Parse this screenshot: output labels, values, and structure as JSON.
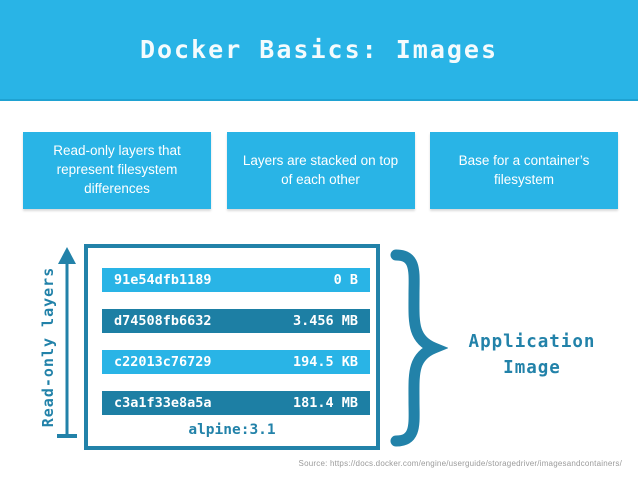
{
  "colors": {
    "light_teal": "#29b4e6",
    "dark_teal": "#1d7fa4",
    "line_teal": "#2282a9",
    "source_gray": "#9b9b9b"
  },
  "header": {
    "title": "Docker Basics: Images"
  },
  "info_boxes": [
    {
      "text": "Read-only layers that represent filesystem differences"
    },
    {
      "text": "Layers are stacked on top of each other"
    },
    {
      "text": "Base for a container’s filesystem"
    }
  ],
  "diagram": {
    "axis_label": "Read-only layers",
    "layers": [
      {
        "id": "91e54dfb1189",
        "size": "0 B"
      },
      {
        "id": "d74508fb6632",
        "size": "3.456 MB"
      },
      {
        "id": "c22013c76729",
        "size": "194.5 KB"
      },
      {
        "id": "c3a1f33e8a5a",
        "size": "181.4 MB"
      }
    ],
    "image_tag": "alpine:3.1",
    "brace_label": "Application\nImage"
  },
  "footer": {
    "source": "Source: https://docs.docker.com/engine/userguide/storagedriver/imagesandcontainers/"
  }
}
